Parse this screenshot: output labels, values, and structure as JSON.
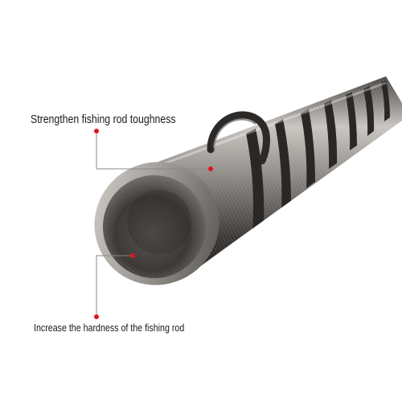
{
  "product": "fishing rod",
  "callouts": {
    "top_text": "Strengthen fishing rod toughness",
    "bottom_text": "Increase the hardness of the fishing rod"
  },
  "colors": {
    "background": "#ffffff",
    "rod_dark": "#2a2826",
    "rod_mid": "#6b6763",
    "rod_light": "#b9b5b0",
    "callout_dot": "#e0141e",
    "leader_line": "#8a8a8a"
  }
}
